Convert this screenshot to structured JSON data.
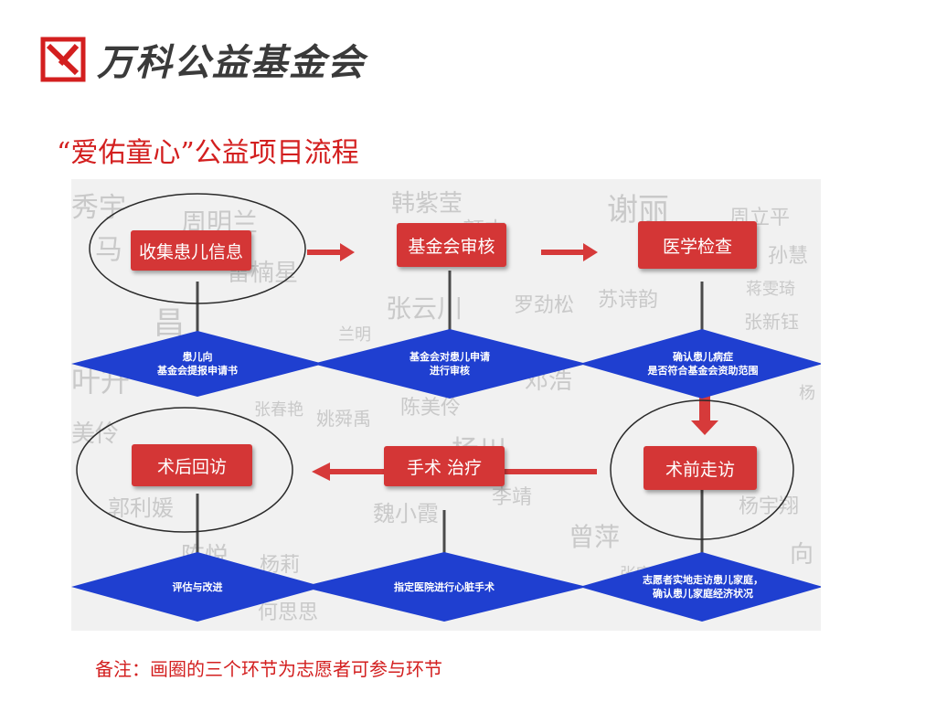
{
  "logo": {
    "text": "万科公益基金会",
    "mark": "vanke-logo-icon",
    "color": "#d31f1f"
  },
  "title": "“爱佑童心”公益项目流程",
  "steps": [
    {
      "label": "收集患儿信息",
      "circled": true
    },
    {
      "label": "基金会审核",
      "circled": false
    },
    {
      "label": "医学检查",
      "circled": false
    },
    {
      "label": "术前走访",
      "circled": true
    },
    {
      "label": "手术 治疗",
      "circled": false
    },
    {
      "label": "术后回访",
      "circled": true
    }
  ],
  "decisions": [
    {
      "lines": [
        "患儿向",
        "基金会提报申请书"
      ]
    },
    {
      "lines": [
        "基金会对患儿申请",
        "进行审核"
      ]
    },
    {
      "lines": [
        "确认患儿病症",
        "是否符合基金会资助范围"
      ]
    },
    {
      "lines": [
        "志愿者实地走访患儿家庭，",
        "确认患儿家庭经济状况"
      ]
    },
    {
      "lines": [
        "指定医院进行心脏手术"
      ]
    },
    {
      "lines": [
        "评估与改进"
      ]
    }
  ],
  "background_names": [
    "秀宇",
    "周明兰",
    "韩紫莹",
    "谢丽",
    "周立平",
    "马",
    "雷楠星",
    "颜杰",
    "孙慧",
    "罗劲松",
    "张云川",
    "苏诗韵",
    "蒋雯琦",
    "昌",
    "兰明",
    "张新钰",
    "叶升",
    "邓浩",
    "陈美伶",
    "姚舜禹",
    "张春艳",
    "美伶",
    "杨川",
    "李靖",
    "郭利媛",
    "魏小霞",
    "曾萍",
    "杨宇翔",
    "陈悦",
    "杨莉",
    "何思思",
    "张宇",
    "向",
    "杨"
  ],
  "colors": {
    "accent": "#d31f1f",
    "box": "#d43636",
    "diamond": "#1f3fd0",
    "arrow": "#d63a3a"
  },
  "note": "备注：画圈的三个环节为志愿者可参与环节"
}
